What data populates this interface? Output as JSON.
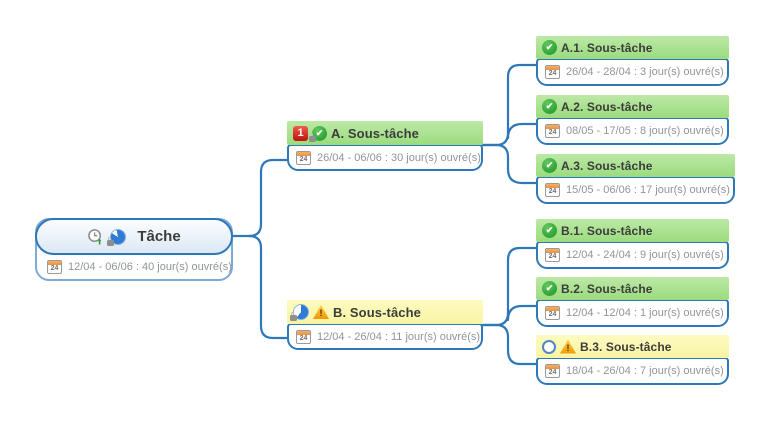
{
  "palette": {
    "connector_blue": "#2e78b8",
    "green_topic": "#9bdb7e",
    "yellow_topic": "#f8f4a6",
    "title_text": "#3c3c3c",
    "date_text": "#90959a",
    "pie_blue": "#2f7cd6",
    "check_green": "#2ba134",
    "priority_red": "#ba150a",
    "warning_orange": "#f29a00"
  },
  "calendar_badge": "24",
  "root": {
    "title": "Tâche",
    "dates": "12/04 - 06/06 : 40 jour(s) ouvré(s)",
    "icons": [
      "clock-icon",
      "progress-pie-icon",
      "lock-icon",
      "calendar-icon"
    ]
  },
  "nodes": [
    {
      "id": "A",
      "title": "A. Sous-tâche",
      "dates": "26/04 - 06/06 : 30 jour(s) ouvré(s)",
      "style": "green",
      "priority": "1",
      "icons": [
        "priority-1-icon",
        "progress-complete-icon",
        "lock-icon",
        "calendar-icon"
      ]
    },
    {
      "id": "A.1",
      "title": "A.1. Sous-tâche",
      "dates": "26/04 - 28/04 : 3 jour(s) ouvré(s)",
      "style": "green",
      "icons": [
        "progress-complete-icon",
        "calendar-icon"
      ]
    },
    {
      "id": "A.2",
      "title": "A.2. Sous-tâche",
      "dates": "08/05 - 17/05 : 8 jour(s) ouvré(s)",
      "style": "green",
      "icons": [
        "progress-complete-icon",
        "calendar-icon"
      ]
    },
    {
      "id": "A.3",
      "title": "A.3. Sous-tâche",
      "dates": "15/05 - 06/06 : 17 jour(s) ouvré(s)",
      "style": "green",
      "icons": [
        "progress-complete-icon",
        "calendar-icon"
      ]
    },
    {
      "id": "B",
      "title": "B. Sous-tâche",
      "dates": "12/04 - 26/04 : 11 jour(s) ouvré(s)",
      "style": "yellow",
      "icons": [
        "progress-pie-icon",
        "lock-icon",
        "warning-icon",
        "calendar-icon"
      ]
    },
    {
      "id": "B.1",
      "title": "B.1. Sous-tâche",
      "dates": "12/04 - 24/04 : 9 jour(s) ouvré(s)",
      "style": "green",
      "icons": [
        "progress-complete-icon",
        "calendar-icon"
      ]
    },
    {
      "id": "B.2",
      "title": "B.2. Sous-tâche",
      "dates": "12/04 - 12/04 : 1 jour(s) ouvré(s)",
      "style": "green",
      "icons": [
        "progress-complete-icon",
        "calendar-icon"
      ]
    },
    {
      "id": "B.3",
      "title": "B.3. Sous-tâche",
      "dates": "18/04 - 26/04 : 7 jour(s) ouvré(s)",
      "style": "yellow",
      "icons": [
        "progress-empty-icon",
        "warning-icon",
        "calendar-icon"
      ]
    }
  ]
}
